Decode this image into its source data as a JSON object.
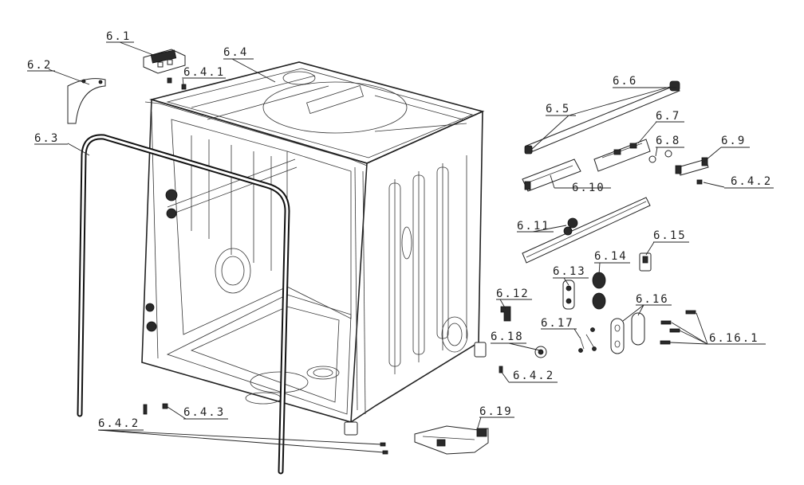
{
  "labels": {
    "l_6_1": "6.1",
    "l_6_2": "6.2",
    "l_6_3": "6.3",
    "l_6_4": "6.4",
    "l_6_4_1": "6.4.1",
    "l_6_5": "6.5",
    "l_6_6": "6.6",
    "l_6_7": "6.7",
    "l_6_8": "6.8",
    "l_6_9": "6.9",
    "l_6_4_2_a": "6.4.2",
    "l_6_10": "6.10",
    "l_6_11": "6.11",
    "l_6_15": "6.15",
    "l_6_14": "6.14",
    "l_6_13": "6.13",
    "l_6_12": "6.12",
    "l_6_16": "6.16",
    "l_6_17": "6.17",
    "l_6_16_1": "6.16.1",
    "l_6_18": "6.18",
    "l_6_4_2_b": "6.4.2",
    "l_6_4_3": "6.4.3",
    "l_6_4_2_c": "6.4.2",
    "l_6_19": "6.19"
  }
}
